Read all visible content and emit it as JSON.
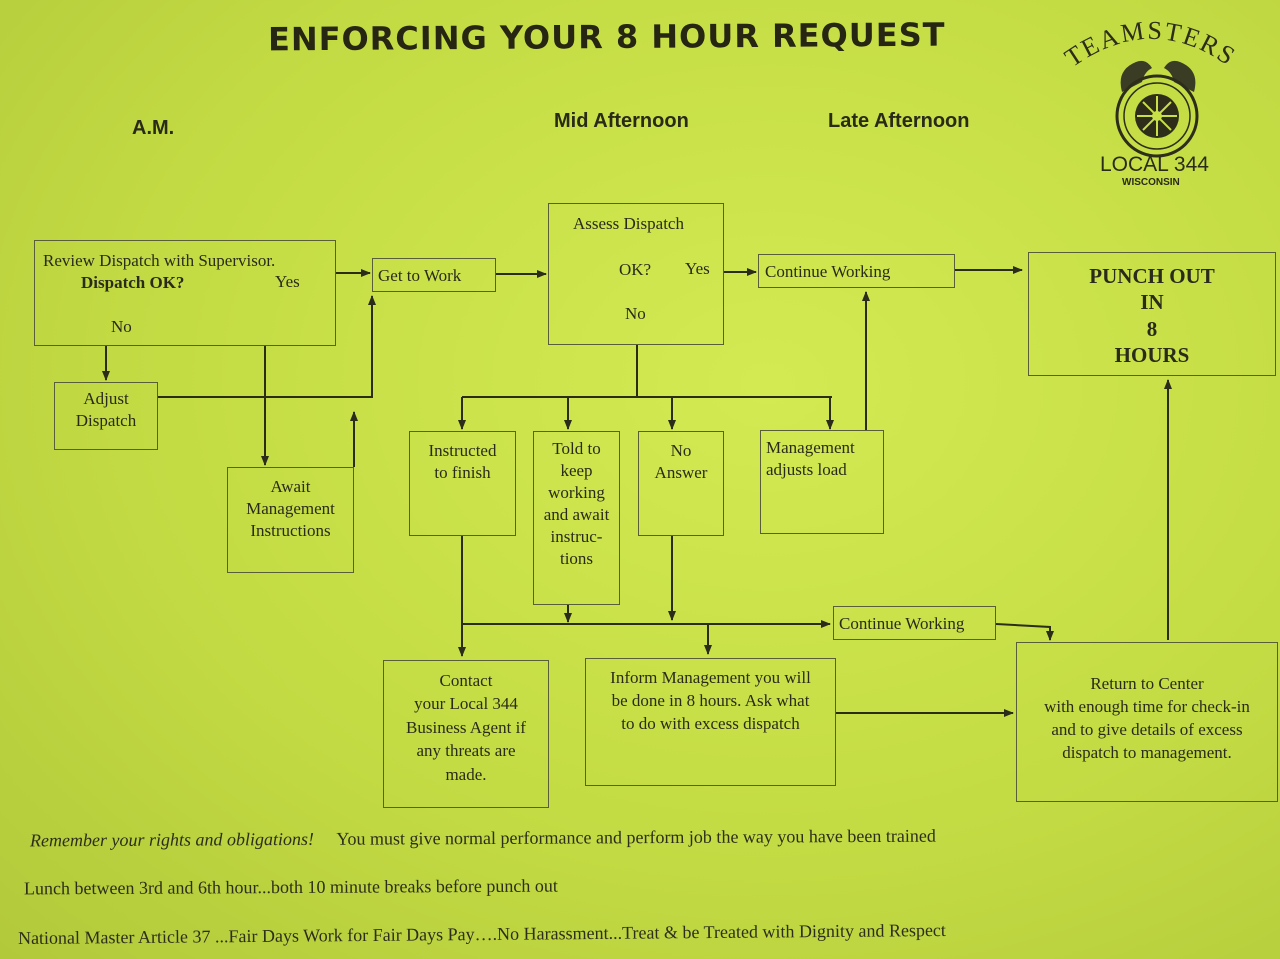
{
  "title": "ENFORCING YOUR 8 HOUR REQUEST",
  "phases": {
    "am": "A.M.",
    "mid": "Mid Afternoon",
    "late": "Late Afternoon"
  },
  "logo": {
    "arc_text": "TEAMSTERS",
    "local": "LOCAL 344",
    "state": "WISCONSIN"
  },
  "nodes": {
    "review": {
      "line1": "Review Dispatch with Supervisor.",
      "question": "Dispatch OK?",
      "yes": "Yes",
      "no": "No"
    },
    "get_to_work": "Get  to Work",
    "assess": {
      "title": "Assess Dispatch",
      "question": "OK?",
      "yes": "Yes",
      "no": "No"
    },
    "continue_top": "Continue Working",
    "punch": [
      "PUNCH OUT",
      "IN",
      "8",
      "HOURS"
    ],
    "adjust": [
      "Adjust",
      "Dispatch"
    ],
    "await": [
      "Await",
      "Management",
      "Instructions"
    ],
    "instructed": [
      "Instructed",
      "to finish"
    ],
    "told": [
      "Told to",
      "keep",
      "working",
      "and await",
      "instruc-",
      "tions"
    ],
    "no_answer": [
      "No",
      "Answer"
    ],
    "mgmt_adjusts": [
      "Management",
      "adjusts load"
    ],
    "continue_mid": "Continue Working",
    "contact": [
      "Contact",
      "your Local 344",
      "Business Agent if",
      "any threats are",
      "made."
    ],
    "inform": [
      "Inform Management you will",
      "be done in 8 hours.  Ask what",
      "to do with excess dispatch"
    ],
    "return": [
      "Return to Center",
      "with enough time for check-in",
      "and to give details of excess",
      "dispatch to management."
    ]
  },
  "footer": {
    "line1a": "Remember your rights and obligations!",
    "line1b": "You must give normal performance and perform job the way you have been trained",
    "line2": "Lunch between 3rd and 6th hour...both 10 minute breaks before punch out",
    "line3": "National Master Article 37 ...Fair Days Work for Fair Days Pay….No Harassment...Treat & be Treated with Dignity and Respect"
  }
}
